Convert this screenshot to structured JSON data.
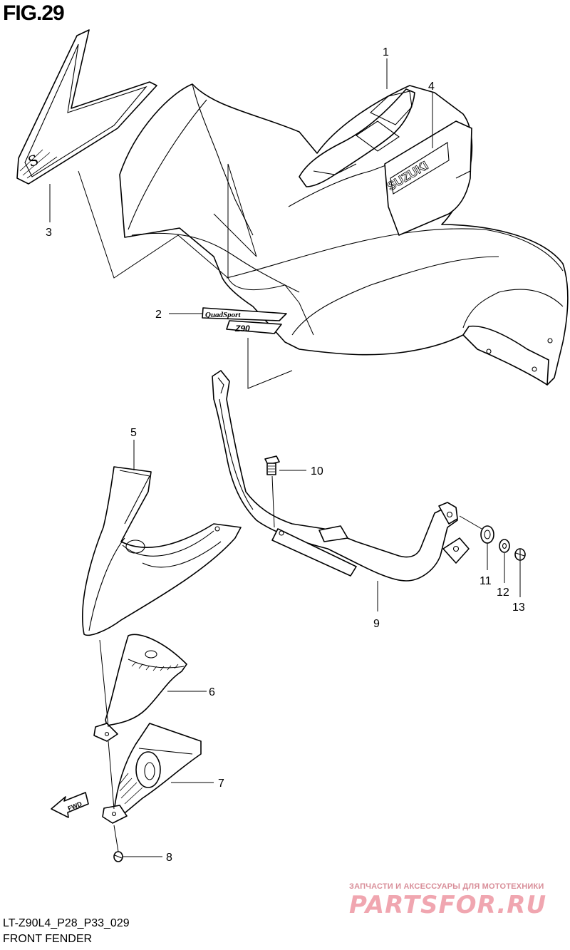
{
  "figure": {
    "title": "FIG.29",
    "code": "LT-Z90L4_P28_P33_029",
    "name": "FRONT FENDER"
  },
  "callouts": [
    {
      "id": "c1",
      "label": "1"
    },
    {
      "id": "c2",
      "label": "2"
    },
    {
      "id": "c3",
      "label": "3"
    },
    {
      "id": "c4",
      "label": "4"
    },
    {
      "id": "c5",
      "label": "5"
    },
    {
      "id": "c6",
      "label": "6"
    },
    {
      "id": "c7",
      "label": "7"
    },
    {
      "id": "c8",
      "label": "8"
    },
    {
      "id": "c9",
      "label": "9"
    },
    {
      "id": "c10",
      "label": "10"
    },
    {
      "id": "c11",
      "label": "11"
    },
    {
      "id": "c12",
      "label": "12"
    },
    {
      "id": "c13",
      "label": "13"
    }
  ],
  "decals": {
    "brand": "SUZUKI",
    "model_a": "QuadSport",
    "model_b": "Z90",
    "small_logo": "S"
  },
  "direction_arrow": "FWD",
  "watermark": {
    "subtitle": "ЗАПЧАСТИ И АКСЕССУАРЫ ДЛЯ МОТОТЕХНИКИ",
    "brand": "PARTSFOR.RU"
  }
}
